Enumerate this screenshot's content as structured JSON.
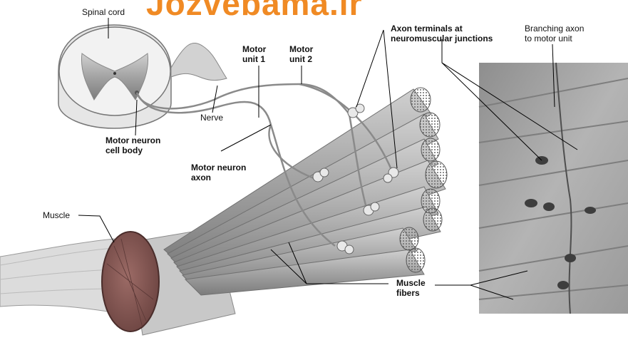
{
  "watermark": "Jozvebama.ir",
  "labels": {
    "spinal_cord": "Spinal cord",
    "motor_unit_1": [
      "Motor",
      "unit 1"
    ],
    "motor_unit_2": [
      "Motor",
      "unit 2"
    ],
    "axon_terminals": [
      "Axon terminals at",
      "neuromuscular junctions"
    ],
    "branching_axon": [
      "Branching axon",
      "to motor unit"
    ],
    "nerve": "Nerve",
    "motor_neuron_cell_body": [
      "Motor neuron",
      "cell body"
    ],
    "motor_neuron_axon": [
      "Motor neuron",
      "axon"
    ],
    "muscle": "Muscle",
    "muscle_fibers": [
      "Muscle",
      "fibers"
    ]
  },
  "colors": {
    "watermark": "#f08a24",
    "fiber": "#a8a8a8",
    "fiber_dark": "#7a7a7a",
    "muscle": "#8a5a55",
    "spinal_grey": "#c9c9c9",
    "micrograph": "#9c9c9c"
  }
}
